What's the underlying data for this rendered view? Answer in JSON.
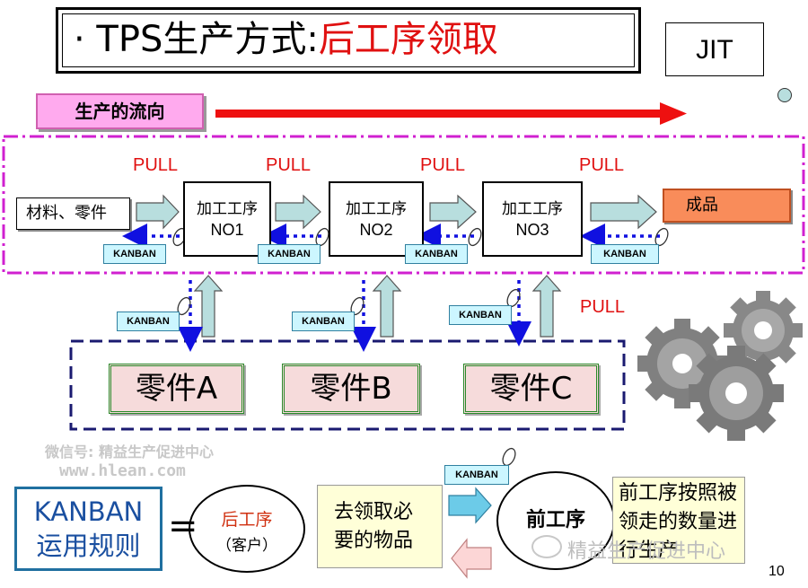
{
  "title": {
    "prefix": "· TPS生产方式:",
    "highlight": "后工序领取"
  },
  "jit_label": "JIT",
  "flow_label": "生产的流向",
  "pull_label": "PULL",
  "materials_label": "材料、零件",
  "product_label": "成品",
  "processes": [
    {
      "title": "加工工序",
      "no": "NO1"
    },
    {
      "title": "加工工序",
      "no": "NO2"
    },
    {
      "title": "加工工序",
      "no": "NO3"
    }
  ],
  "kanban_label": "KANBAN",
  "parts": [
    "零件A",
    "零件B",
    "零件C"
  ],
  "rule": {
    "line1": "KANBAN",
    "line2": "运用规则"
  },
  "equals": "=",
  "later_process": {
    "title": "后工序",
    "sub": "（客户）"
  },
  "fetch_note": "去领取必要的物品",
  "front_process": "前工序",
  "front_note": "前工序按照被领走的数量进行生产",
  "page_number": "10",
  "watermark": {
    "line1": "微信号: 精益生产促进中心",
    "line2": "www.hlean.com",
    "logo_text": "精益生产促进中心"
  },
  "colors": {
    "red": "#e01010",
    "arrow_fill": "#b8dede",
    "kanban_fill": "#ccf6ff",
    "product_fill": "#f98c5a",
    "dash_magenta": "#d020d0",
    "dash_navy": "#1a1a70",
    "dot_blue": "#1010e0"
  }
}
